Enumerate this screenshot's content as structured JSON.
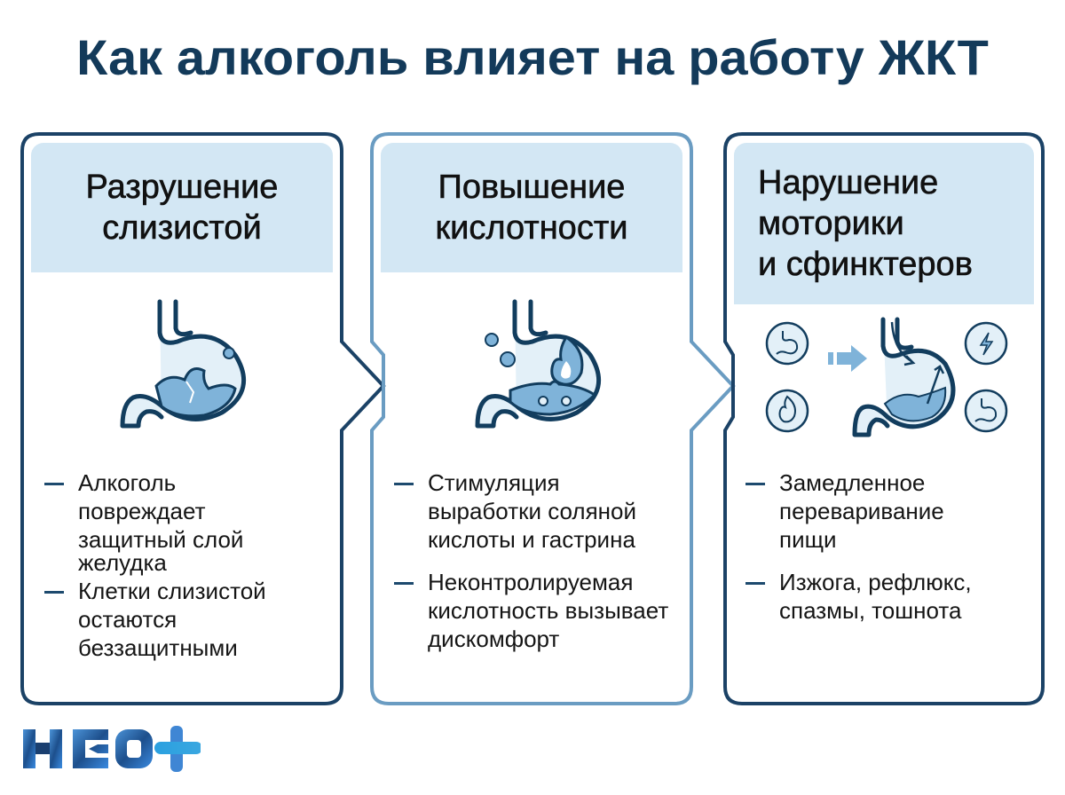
{
  "title": "Как алкоголь влияет на работу ЖКТ",
  "colors": {
    "title": "#133a5a",
    "border_dark": "#1b4266",
    "border_light": "#6a9cc2",
    "header_bg": "#d3e7f4",
    "icon_stroke": "#123d5e",
    "icon_fill_light": "#e3f0f8",
    "icon_fill_mid": "#7fb3d9",
    "logo_blue": "#2a7fd6",
    "logo_cyan": "#3aa7e0"
  },
  "cards": [
    {
      "heading_line1": "Разрушение",
      "heading_line2": "слизистой",
      "icon": "damaged-stomach-icon",
      "bullets": [
        "Алкоголь повреждает защитный слой желудка",
        "Клетки слизистой остаются беззащитными"
      ],
      "bullet_lines": [
        [
          "Алкоголь",
          "повреждает",
          "защитный слой",
          "желудка"
        ],
        [
          "Клетки слизистой",
          "остаются",
          "беззащитными"
        ]
      ]
    },
    {
      "heading_line1": "Повышение",
      "heading_line2": "кислотности",
      "icon": "acid-stomach-flame-icon",
      "bullets": [
        "Стимуляция выработки соляной кислоты и гастрина",
        "Неконтролируемая кислотность вызывает дискомфорт"
      ],
      "bullet_lines": [
        [
          "Стимуляция",
          "выработки соляной",
          "кислоты и гастрина"
        ],
        [
          "Неконтролируемая",
          "кислотность вызывает",
          "дискомфорт"
        ]
      ]
    },
    {
      "heading_line1": "Нарушение",
      "heading_line2": "моторики",
      "heading_line3": "и сфинктеров",
      "icon": "motility-stomach-icon",
      "side_icons": [
        "stomach-small-icon",
        "flame-circle-icon",
        "lightning-circle-icon",
        "stomach-circle-icon"
      ],
      "bullets": [
        "Замедленное переваривание пищи",
        "Изжога, рефлюкс, спазмы, тошнота"
      ],
      "bullet_lines": [
        [
          "Замедленное",
          "переваривание",
          "пищи"
        ],
        [
          "Изжога, рефлюкс,",
          "спазмы, тошнота"
        ]
      ]
    }
  ],
  "logo": {
    "text": "НЕО",
    "symbol": "+"
  }
}
